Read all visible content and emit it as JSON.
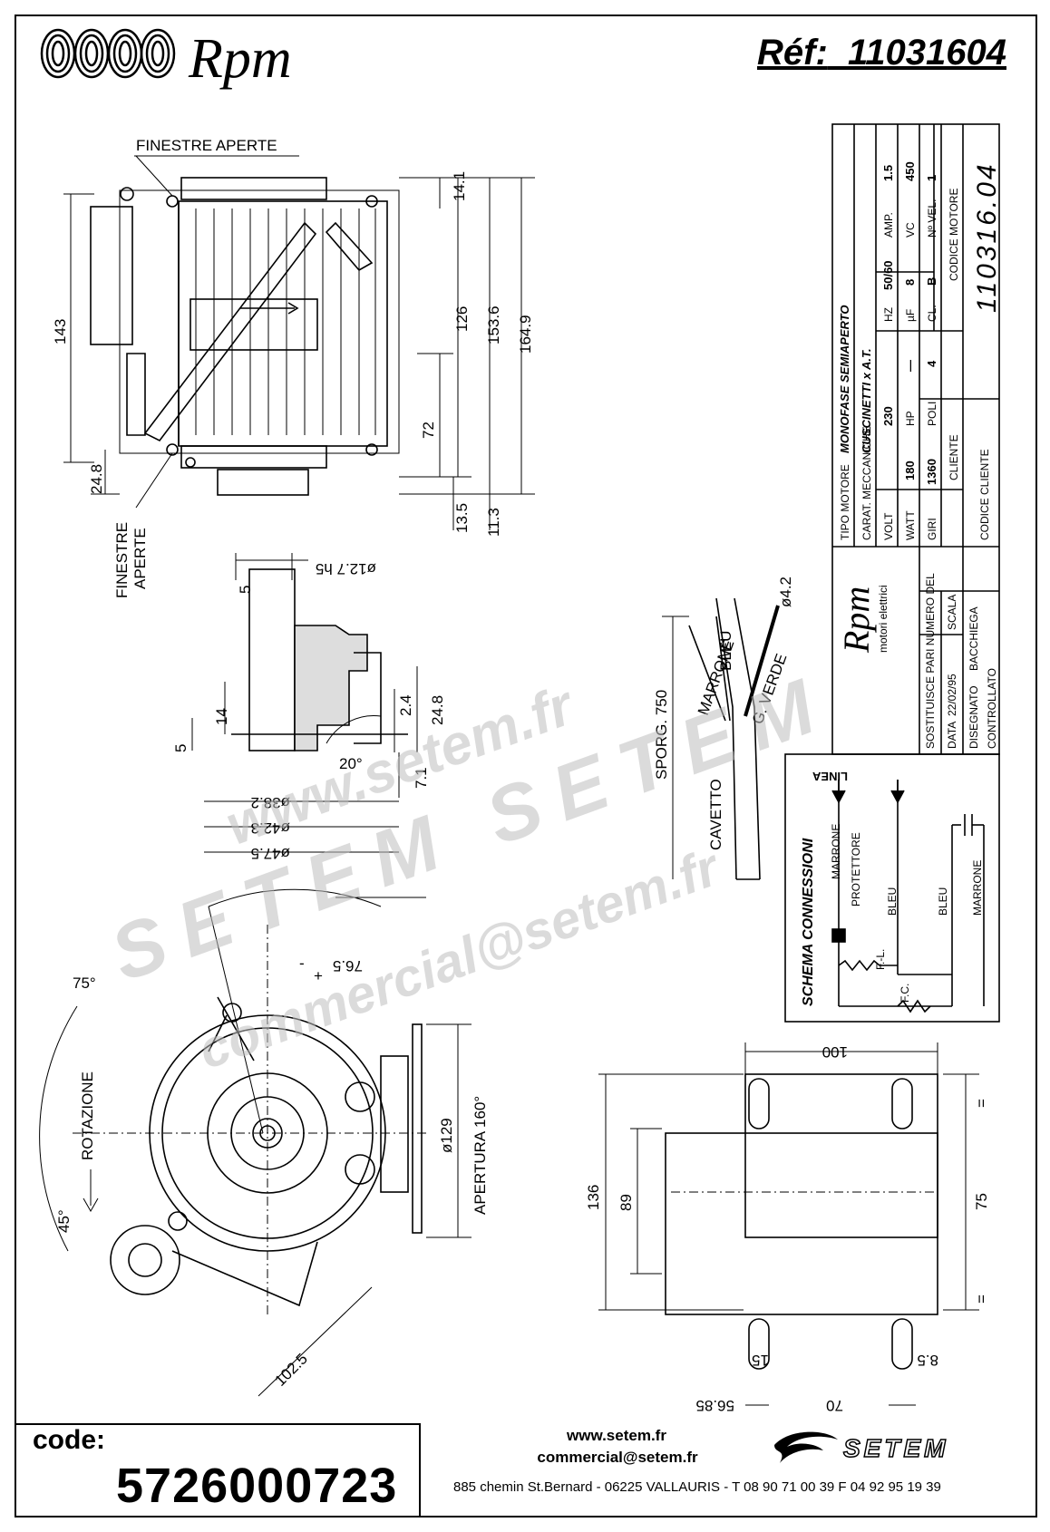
{
  "header": {
    "brand": "Rpm",
    "ref_label": "Réf:",
    "ref_number": "11031604"
  },
  "drawing_labels": {
    "finestre_aperte_top": "FINESTRE APERTE",
    "finestre_aperte_side_1": "FINESTRE",
    "finestre_aperte_side_2": "APERTE",
    "dim_143": "143",
    "dim_126": "126",
    "dim_153_6": "153.6",
    "dim_164_9": "164.9",
    "dim_14_1": "14.1",
    "dim_72": "72",
    "dim_24_8_left": "24.8",
    "dim_13_5": "13.5",
    "dim_11_3": "11.3",
    "shaft_12_7": "ø12.7 h5",
    "shaft_5_top": "5",
    "shaft_14": "14",
    "shaft_5": "5",
    "shaft_2_4": "2.4",
    "shaft_24_8": "24.8",
    "shaft_7_1": "7.1",
    "shaft_20": "20°",
    "dia_38_2": "ø38.2",
    "dia_42_3": "ø42.3",
    "dia_47_5": "ø47.5",
    "cable_4_2": "ø4.2",
    "cable_bleu": "BLEU",
    "cable_marrone": "MARRONE",
    "cable_verde": "G. VERDE",
    "cable_sporg": "SPORG. 750",
    "cable_cavetto": "CAVETTO",
    "front_75deg": "75°",
    "front_45deg": "45°",
    "front_rotazione": "ROTAZIONE",
    "front_76_5": "76.5",
    "front_129": "ø129",
    "front_apertura": "APERTURA 160°",
    "front_102_5": "102.5",
    "front_minus": "-",
    "front_plus": "+",
    "base_100": "100",
    "base_136": "136",
    "base_89": "89",
    "base_75": "75",
    "base_eq1": "=",
    "base_eq2": "=",
    "base_15": "15",
    "base_8_5": "8.5",
    "base_56_85": "56.85",
    "base_70": "70"
  },
  "title_block": {
    "tipo_motore_label": "TIPO MOTORE",
    "tipo_motore_value": "MONOFASE SEMIAPERTO",
    "carat_label": "CARAT. MECCANICHE",
    "carat_value": "CUSCINETTI x A.T.",
    "volt_label": "VOLT",
    "volt_value": "230",
    "hz_label": "HZ",
    "hz_value": "50/60",
    "amp_label": "AMP.",
    "amp_value": "1.5",
    "watt_label": "WATT",
    "watt_value": "180",
    "hp_label": "HP",
    "hp_value": "—",
    "uf_label": "µF",
    "uf_value": "8",
    "vc_label": "VC",
    "vc_value": "450",
    "giri_label": "GIRI",
    "giri_value": "1360",
    "poli_label": "POLI",
    "poli_value": "4",
    "cl_label": "CL.",
    "cl_value": "B",
    "nvel_label": "Nº VEL.",
    "nvel_value": "1",
    "cliente_label": "CLIENTE",
    "codice_cliente_label": "CODICE CLIENTE",
    "codice_motore_label": "CODICE MOTORE",
    "codice_motore_value": "110316.04",
    "brand": "Rpm",
    "brand_sub": "motori elettrici",
    "sostituisce_label": "SOSTITUISCE PARI NUMERO DEL",
    "data_label": "DATA",
    "data_value": "22/02/95",
    "scala_label": "SCALA",
    "disegnato_label": "DISEGNATO",
    "disegnato_value": "BACCHIEGA",
    "controllato_label": "CONTROLLATO"
  },
  "schema": {
    "title": "SCHEMA CONNESSIONI",
    "linea": "LINEA",
    "marrone_1": "MARRONE",
    "protettore": "PROTETTORE",
    "bleu_1": "BLEU",
    "bleu_2": "BLEU",
    "marrone_2": "MARRONE",
    "fl": "F.-L.",
    "fc": "F.C."
  },
  "footer": {
    "code_label": "code:",
    "code_value": "5726000723",
    "website": "www.setem.fr",
    "email": "commercial@setem.fr",
    "address": "885 chemin St.Bernard  -  06225 VALLAURIS  -  T 08 90 71 00 39   F 04 92 95 19 39",
    "brand": "SETEM"
  },
  "watermark": {
    "line1": "www.setem.fr",
    "line2": "SETEM SETEM",
    "line3": "commercial@setem.fr"
  }
}
